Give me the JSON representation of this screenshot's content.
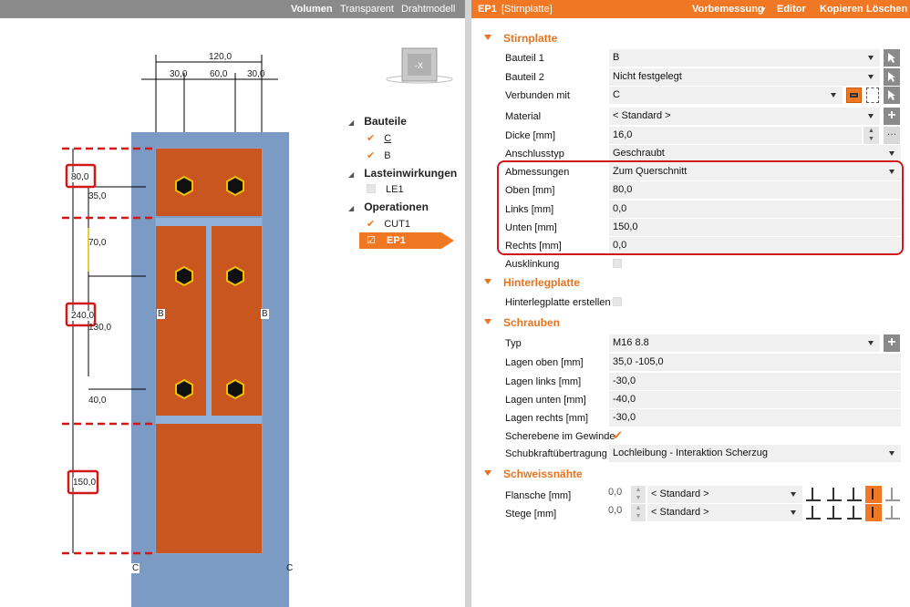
{
  "viewer": {
    "tabs": [
      "Volumen",
      "Transparent",
      "Drahtmodell"
    ],
    "cube_label": "-X",
    "dims": {
      "top_total": "120,0",
      "top_left": "30,0",
      "top_mid": "60,0",
      "top_right": "30,0",
      "d80": "80,0",
      "d35": "35,0",
      "d70": "70,0",
      "d240": "240,0",
      "d130": "130,0",
      "d40": "40,0",
      "d150": "150,0"
    },
    "labels": {
      "b_left": "B",
      "b_right": "B",
      "c_left": "C",
      "c_right": "C"
    }
  },
  "tree": {
    "bauteile": "Bauteile",
    "c": "C",
    "b": "B",
    "last": "Lasteinwirkungen",
    "le1": "LE1",
    "ops": "Operationen",
    "cut1": "CUT1",
    "ep1": "EP1"
  },
  "header": {
    "id": "EP1",
    "type": "[Stirnplatte]",
    "vorbemessung": "Vorbemessung",
    "editor": "Editor",
    "kopieren": "Kopieren",
    "loeschen": "Löschen"
  },
  "sections": {
    "stirnplatte": "Stirnplatte",
    "hinterleg": "Hinterlegplatte",
    "schrauben": "Schrauben",
    "schweiss": "Schweissnähte"
  },
  "props": {
    "bauteil1": {
      "label": "Bauteil 1",
      "value": "B"
    },
    "bauteil2": {
      "label": "Bauteil 2",
      "value": "Nicht festgelegt"
    },
    "verbunden": {
      "label": "Verbunden mit",
      "value": "C"
    },
    "material": {
      "label": "Material",
      "value": "< Standard >"
    },
    "dicke": {
      "label": "Dicke [mm]",
      "value": "16,0"
    },
    "anschluss": {
      "label": "Anschlusstyp",
      "value": "Geschraubt"
    },
    "abm": {
      "label": "Abmessungen",
      "value": "Zum Querschnitt"
    },
    "oben": {
      "label": "Oben [mm]",
      "value": "80,0"
    },
    "links": {
      "label": "Links [mm]",
      "value": "0,0"
    },
    "unten": {
      "label": "Unten [mm]",
      "value": "150,0"
    },
    "rechts": {
      "label": "Rechts [mm]",
      "value": "0,0"
    },
    "ausklinkung": {
      "label": "Ausklinkung"
    },
    "hinterleg": {
      "label": "Hinterlegplatte erstellen"
    },
    "typ": {
      "label": "Typ",
      "value": "M16 8.8"
    },
    "lagen_oben": {
      "label": "Lagen oben [mm]",
      "value": "35,0 -105,0"
    },
    "lagen_links": {
      "label": "Lagen links [mm]",
      "value": "-30,0"
    },
    "lagen_unten": {
      "label": "Lagen unten [mm]",
      "value": "-40,0"
    },
    "lagen_rechts": {
      "label": "Lagen rechts [mm]",
      "value": "-30,0"
    },
    "scherebene": {
      "label": "Scherebene im Gewinde"
    },
    "schub": {
      "label": "Schubkraftübertragung",
      "value": "Lochleibung - Interaktion Scherzug"
    },
    "flansche": {
      "label": "Flansche [mm]",
      "num": "0,0",
      "value": "< Standard >"
    },
    "stege": {
      "label": "Stege [mm]",
      "num": "0,0",
      "value": "< Standard >"
    }
  },
  "colors": {
    "accent": "#f07824",
    "plate": "#c8561e",
    "column": "#7b9ac4",
    "red": "#d01818"
  }
}
